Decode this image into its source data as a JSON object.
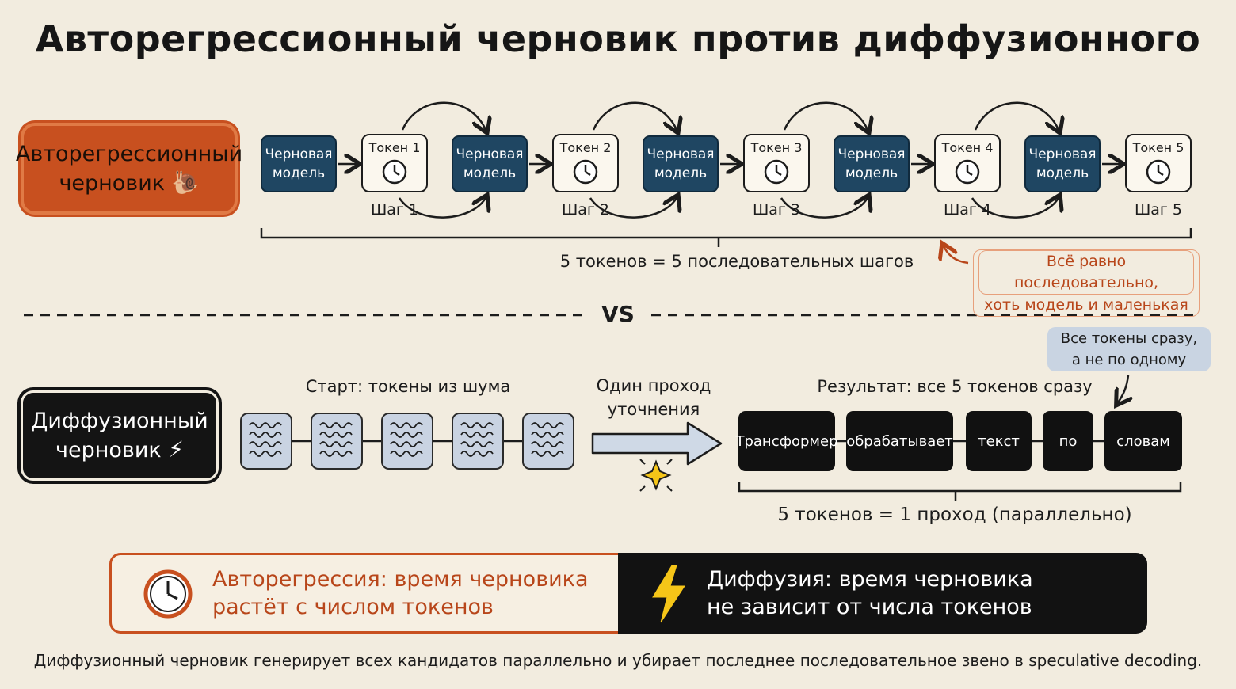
{
  "title": "Авторегрессионный черновик против диффузионного",
  "autoregressive": {
    "label_line1": "Авторегрессионный",
    "label_line2": "черновик",
    "model_label_line1": "Черновая",
    "model_label_line2": "модель",
    "tokens": [
      "Токен 1",
      "Токен 2",
      "Токен 3",
      "Токен 4",
      "Токен 5"
    ],
    "steps": [
      "Шаг 1",
      "Шаг 2",
      "Шаг 3",
      "Шаг 4",
      "Шаг 5"
    ],
    "summary": "5 токенов = 5 последовательных шагов",
    "note_line1": "Всё равно последовательно,",
    "note_line2": "хоть модель и маленькая"
  },
  "vs": "VS",
  "diffusion": {
    "label_line1": "Диффузионный",
    "label_line2": "черновик",
    "start_label": "Старт: токены из шума",
    "pass_line1": "Один проход",
    "pass_line2": "уточнения",
    "result_label": "Результат: все 5 токенов сразу",
    "note_line1": "Все токены сразу,",
    "note_line2": "а не по одному",
    "output_tokens": [
      "Трансформер",
      "обрабатывает",
      "текст",
      "по",
      "словам"
    ],
    "summary": "5 токенов = 1 проход (параллельно)"
  },
  "comparison": {
    "left_line1": "Авторегрессия: время черновика",
    "left_line2": "растёт с числом токенов",
    "right_line1": "Диффузия: время черновика",
    "right_line2": "не зависит от числа токенов"
  },
  "footer": "Диффузионный черновик генерирует всех кандидатов параллельно и убирает последнее последовательное звено в speculative decoding.",
  "colors": {
    "background": "#f2ecdf",
    "autoregressive_accent": "#c8501f",
    "model_box": "#1f4662",
    "noise_box": "#c9d3e2",
    "diffusion_dark": "#141414"
  },
  "icons": {
    "ar_badge": "snail-icon",
    "diffusion_badge": "lightning-icon",
    "token_icon": "clock-icon",
    "pass_icon": "sparkle-icon"
  }
}
